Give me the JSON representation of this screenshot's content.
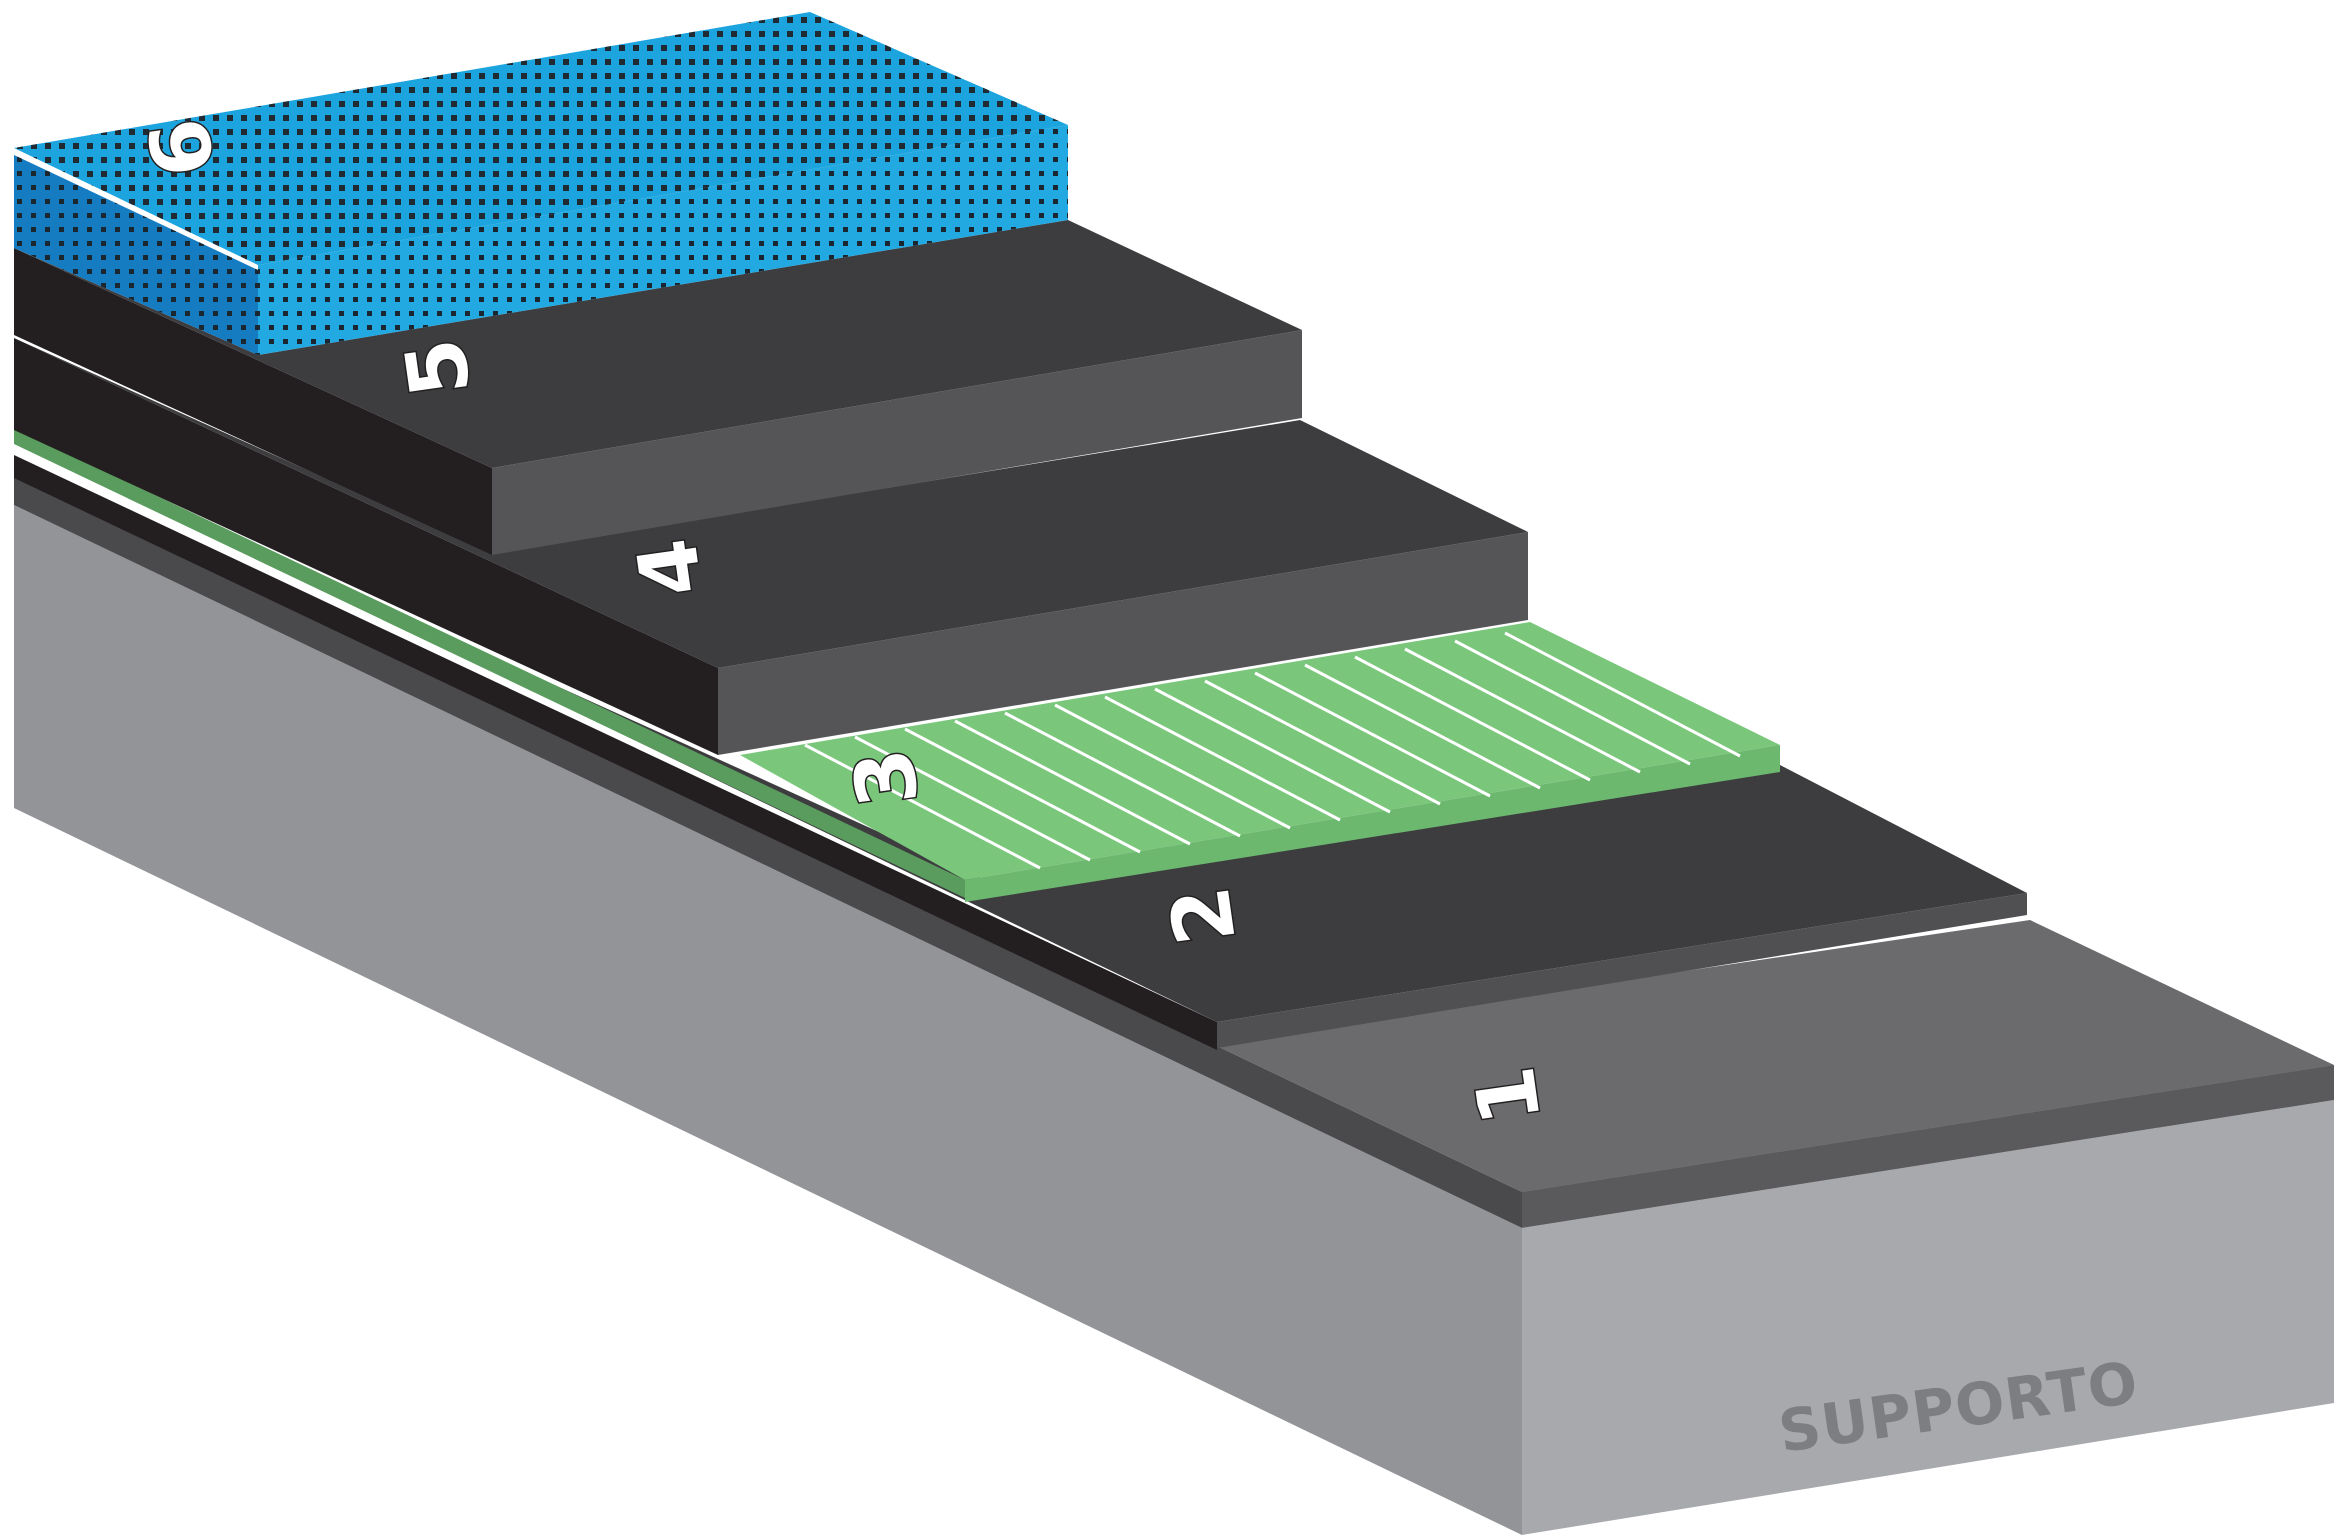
{
  "layers": [
    {
      "number": "1",
      "color": "#6b6b6e"
    },
    {
      "number": "2",
      "color": "#3d3d3f"
    },
    {
      "number": "3",
      "color": "#7ac77c"
    },
    {
      "number": "4",
      "color": "#3d3d3f"
    },
    {
      "number": "5",
      "color": "#3d3d3f"
    },
    {
      "number": "6",
      "color": "#1ca4de"
    }
  ],
  "support": {
    "label": "SUPPORTO",
    "color": "#a7a8ab"
  }
}
